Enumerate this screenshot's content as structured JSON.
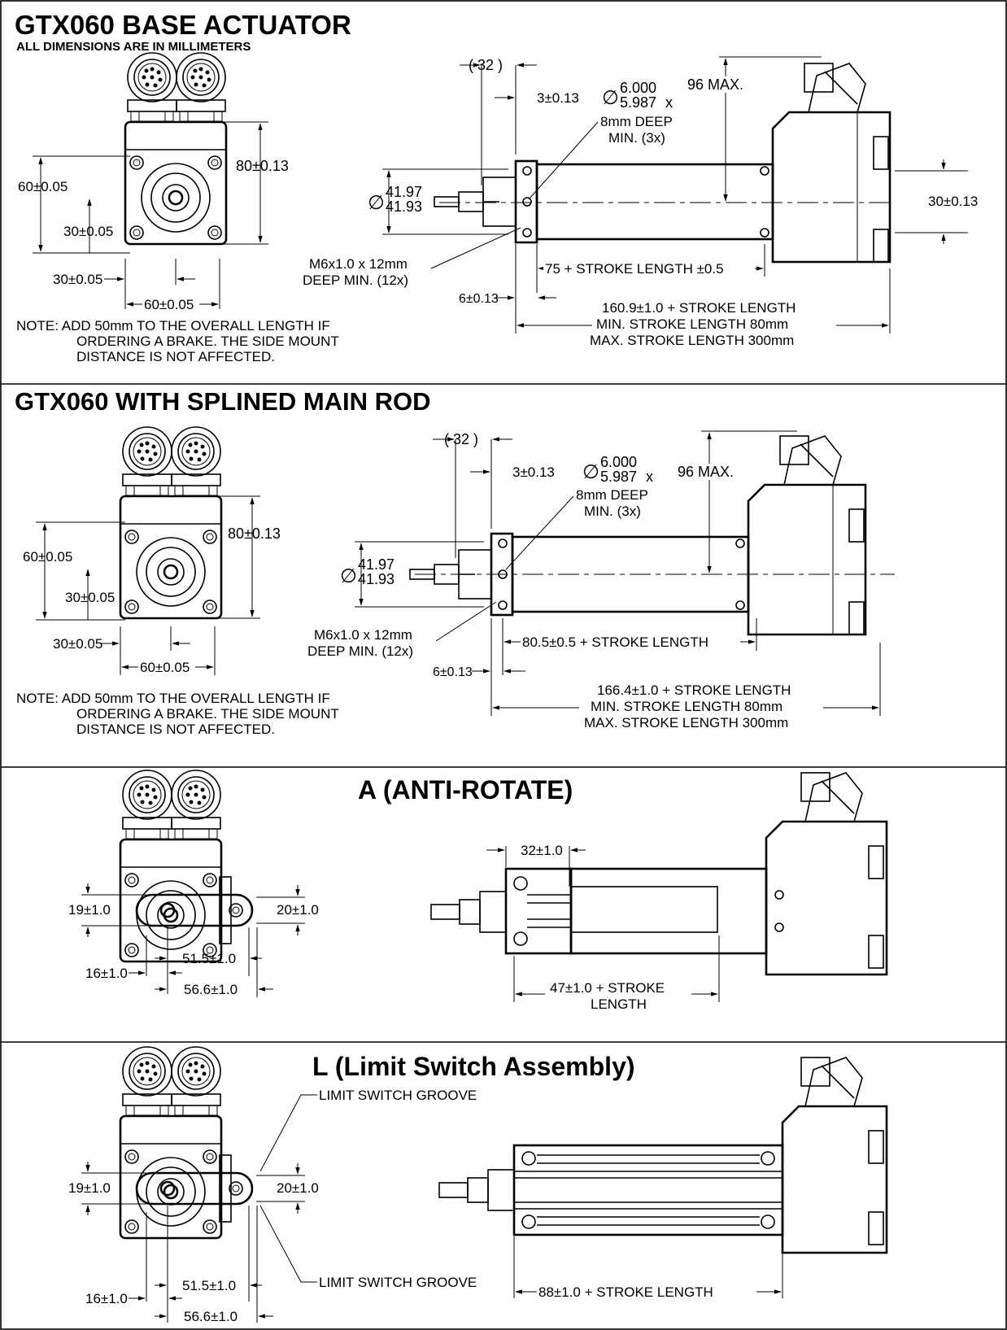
{
  "sections": [
    {
      "title": "GTX060 BASE ACTUATOR",
      "subtitle": "ALL DIMENSIONS ARE IN MILLIMETERS",
      "end_view": {
        "body_height": "80±0.13",
        "bolt_height": "60±0.05",
        "half_height": "30±0.05",
        "half_width": "30±0.05",
        "bolt_width": "60±0.05"
      },
      "side_view": {
        "rod_extension": "( 32 )",
        "flange": "3±0.13",
        "bore_top": "6.000",
        "bore_bottom": "5.987",
        "bore_times": "x",
        "bore_depth": "8mm DEEP",
        "bore_count": "MIN. (3x)",
        "height_max": "96 MAX.",
        "pilot_top": "41.97",
        "pilot_bottom": "41.93",
        "side_mount_height": "30±0.13",
        "tap_spec": "M6x1.0 x 12mm",
        "tap_depth": "DEEP MIN. (12x)",
        "mount_span": "75 + STROKE LENGTH ±0.5",
        "face_offset": "6±0.13",
        "overall_1": "160.9±1.0 + STROKE LENGTH",
        "overall_2": "MIN. STROKE LENGTH 80mm",
        "overall_3": "MAX. STROKE LENGTH 300mm"
      },
      "note_1": "NOTE: ADD 50mm TO THE OVERALL LENGTH IF",
      "note_2": "ORDERING A BRAKE. THE SIDE MOUNT",
      "note_3": "DISTANCE IS NOT AFFECTED."
    },
    {
      "title": "GTX060 WITH SPLINED MAIN ROD",
      "end_view": {
        "body_height": "80±0.13",
        "bolt_height": "60±0.05",
        "half_height": "30±0.05",
        "half_width": "30±0.05",
        "bolt_width": "60±0.05"
      },
      "side_view": {
        "rod_extension": "( 32 )",
        "flange": "3±0.13",
        "bore_top": "6.000",
        "bore_bottom": "5.987",
        "bore_times": "x",
        "bore_depth": "8mm DEEP",
        "bore_count": "MIN. (3x)",
        "height_max": "96 MAX.",
        "pilot_top": "41.97",
        "pilot_bottom": "41.93",
        "tap_spec": "M6x1.0 x 12mm",
        "tap_depth": "DEEP MIN. (12x)",
        "mount_span": "80.5±0.5 + STROKE LENGTH",
        "face_offset": "6±0.13",
        "overall_1": "166.4±1.0 + STROKE LENGTH",
        "overall_2": "MIN. STROKE LENGTH 80mm",
        "overall_3": "MAX. STROKE LENGTH 300mm"
      },
      "note_1": "NOTE: ADD 50mm TO THE OVERALL LENGTH IF",
      "note_2": "ORDERING A BRAKE. THE SIDE MOUNT",
      "note_3": "DISTANCE IS NOT AFFECTED."
    },
    {
      "title": "A (ANTI-ROTATE)",
      "end_view": {
        "arm_height": "19±1.0",
        "slot_height": "20±1.0",
        "offset_a": "51.5±1.0",
        "offset_b": "16±1.0",
        "offset_c": "56.6±1.0"
      },
      "side_view": {
        "rod_extension": "32±1.0",
        "span_1": "47±1.0 + STROKE",
        "span_2": "LENGTH"
      }
    },
    {
      "title": "L (Limit Switch Assembly)",
      "end_view": {
        "arm_height": "19±1.0",
        "slot_height": "20±1.0",
        "offset_a": "51.5±1.0",
        "offset_b": "16±1.0",
        "offset_c": "56.6±1.0",
        "groove_top": "LIMIT SWITCH GROOVE",
        "groove_bottom": "LIMIT SWITCH GROOVE"
      },
      "side_view": {
        "span": "88±1.0 + STROKE LENGTH"
      }
    }
  ]
}
